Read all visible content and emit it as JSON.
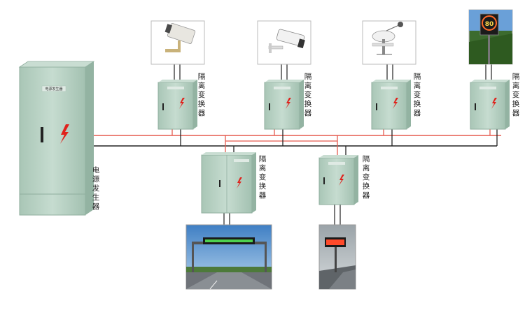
{
  "generator": {
    "plate_text": "电源发生器",
    "label": "电源发生器"
  },
  "isolator_label": "隔离变换器",
  "isolators": [
    {
      "label": "隔离变换器",
      "device": "camera-box"
    },
    {
      "label": "隔离变换器",
      "device": "camera-bullet"
    },
    {
      "label": "隔离变换器",
      "device": "weather-station"
    },
    {
      "label": "隔离变换器",
      "device": "speed-sign"
    },
    {
      "label": "隔离变换器",
      "device": "gantry-sign"
    },
    {
      "label": "隔离变换器",
      "device": "roadside-sign"
    }
  ],
  "speed_sign_value": "80",
  "colors": {
    "cabinet": "#b9d1c4",
    "cabinet_dark": "#93b3a2",
    "power_line": "#e55a4f",
    "ground_line": "#222222",
    "bolt": "#e0221c",
    "led_green": "#4ed14e",
    "led_red": "#ff4a2a"
  }
}
